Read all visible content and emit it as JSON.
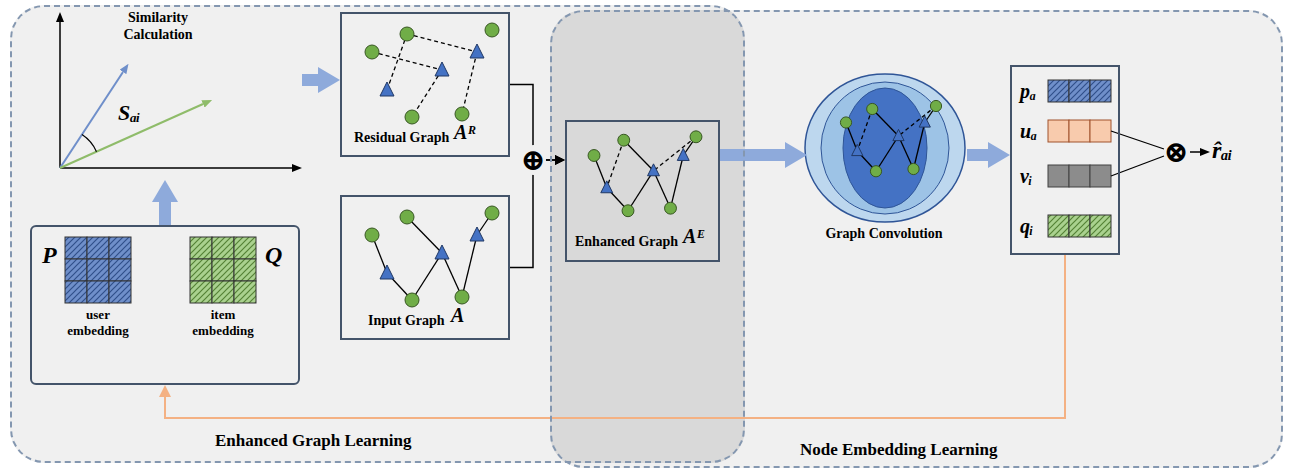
{
  "diagram": {
    "nodes": [
      {
        "text": [
          "Enhanced Graph Learning"
        ]
      },
      {
        "text": [
          "Node Embedding Learning"
        ]
      },
      {
        "text": [
          "Similarity Calculation",
          "Sₐᵢ"
        ],
        "in": 0
      },
      {
        "text": [
          "P",
          "user embedding",
          "Q",
          "item embedding"
        ],
        "in": 0
      },
      {
        "text": [
          "Residual Graph",
          "Aᴿ"
        ],
        "in": 0
      },
      {
        "text": [
          "Input Graph",
          "A"
        ],
        "in": 0
      },
      {
        "text": [
          "Enhanced Graph",
          "Aᴱ"
        ],
        "in": 0
      },
      {
        "text": [
          "Graph Convolution"
        ],
        "in": 1
      },
      {
        "text": [
          "pₐ",
          "uₐ",
          "vᵢ",
          "qᵢ"
        ],
        "in": 1
      }
    ],
    "edges": [
      {
        "from": 3,
        "to": 2,
        "arrow": "to"
      },
      {
        "from": 2,
        "to": 4,
        "arrow": "to"
      },
      {
        "from": 4,
        "to": 6,
        "arrow": "to"
      },
      {
        "from": 5,
        "to": 6,
        "arrow": "to"
      },
      {
        "from": 6,
        "to": 7,
        "arrow": "to"
      },
      {
        "from": 7,
        "to": 8,
        "arrow": "to"
      },
      {
        "from": 8,
        "to": 3,
        "arrow": "to"
      }
    ],
    "labels": [
      "⊕",
      "⊗",
      "r̂ₐᵢ"
    ]
  }
}
